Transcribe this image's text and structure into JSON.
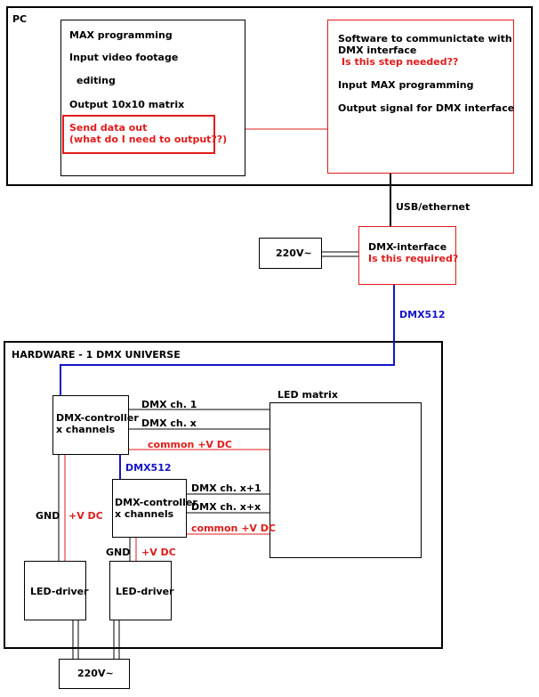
{
  "pc": {
    "label": "PC",
    "max_box": {
      "lines": [
        "MAX programming",
        "Input video footage",
        "editing",
        "Output 10x10 matrix"
      ],
      "send_data": [
        "Send data out",
        "(what do I need to output??)"
      ]
    },
    "software_box": {
      "line1": "Software to communictate with",
      "line2": "DMX interface",
      "question": "Is this step needed??",
      "line3": "Input MAX programming",
      "line4": "Output signal for DMX interface"
    }
  },
  "usb_label": "USB/ethernet",
  "power_top": "220V~",
  "dmx_interface": {
    "title": "DMX-interface",
    "question": "Is this required?"
  },
  "dmx512_top": "DMX512",
  "hardware": {
    "label": "HARDWARE - 1 DMX UNIVERSE",
    "led_matrix": "LED matrix",
    "controller1": [
      "DMX-controller",
      "x channels"
    ],
    "controller2": [
      "DMX-controller",
      "x channels"
    ],
    "ch1": "DMX ch. 1",
    "chx": "DMX ch. x",
    "common1": "common +V DC",
    "dmx512_mid": "DMX512",
    "chx1": "DMX ch. x+1",
    "chxx": "DMX ch. x+x",
    "common2": "common +V DC",
    "gnd1": "GND",
    "vdc1": "+V DC",
    "gnd2": "GND",
    "vdc2": "+V DC",
    "driver1": "LED-driver",
    "driver2": "LED-driver"
  },
  "power_bottom": "220V~",
  "colors": {
    "red": "#e01b1b",
    "blue": "#1414c8",
    "black": "#000000"
  }
}
